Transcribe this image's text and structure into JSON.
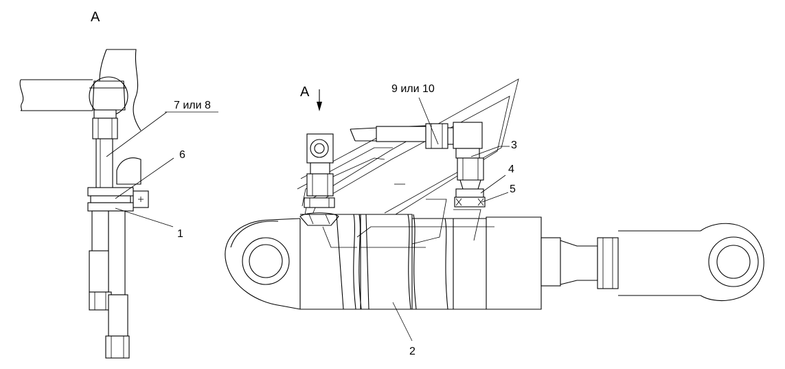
{
  "view_labels": {
    "side_view": "A",
    "arrow_view": "A"
  },
  "callouts": {
    "c1": "1",
    "c2": "2",
    "c3": "3",
    "c4": "4",
    "c5": "5",
    "c6": "6",
    "c78": "7 или 8",
    "c910": "9 или 10"
  },
  "colors": {
    "line": "#000000",
    "background": "#ffffff"
  }
}
